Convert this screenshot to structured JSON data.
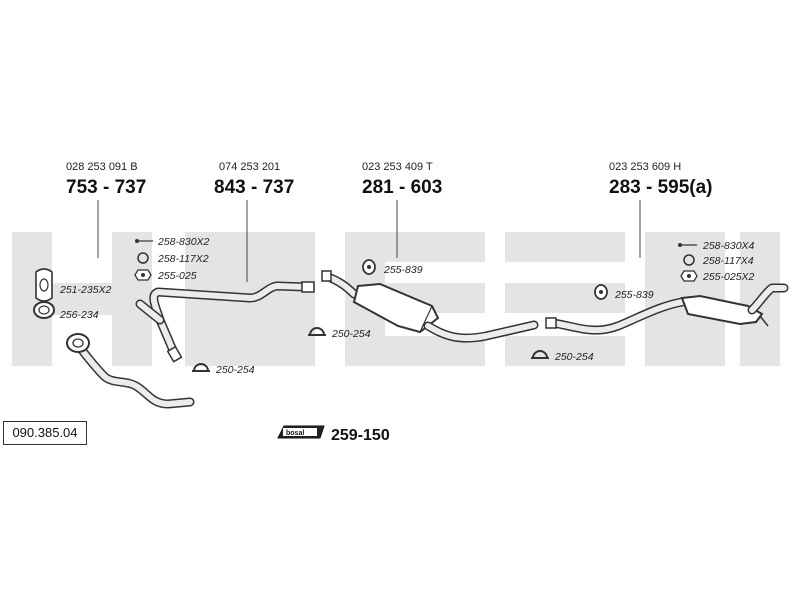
{
  "diagram_ref": "090.385.04",
  "watermark": "BOSAL",
  "parts": [
    {
      "oem": "028 253 091 B",
      "number": "753 - 737"
    },
    {
      "oem": "074 253 201",
      "number": "843 - 737"
    },
    {
      "oem": "023 253 409 T",
      "number": "281 - 603"
    },
    {
      "oem": "023 253 609 H",
      "number": "283 - 595(a)"
    }
  ],
  "fittings": {
    "front": [
      "258-830X2",
      "258-117X2",
      "255-025"
    ],
    "rear": [
      "258-830X4",
      "258-117X4",
      "255-025X2"
    ]
  },
  "refs": {
    "gasket_flange": "251-235X2",
    "ring_gasket": "256-234",
    "clamp_front": "250-254",
    "clamp_mid": "250-254",
    "clamp_rear": "250-254",
    "rubber_mid": "255-839",
    "rubber_rear": "255-839"
  },
  "kit": {
    "badge": "bosal",
    "number": "259-150"
  },
  "colors": {
    "watermark": "#e4e4e4",
    "pipe": "#333333",
    "text": "#1a1a1a"
  }
}
